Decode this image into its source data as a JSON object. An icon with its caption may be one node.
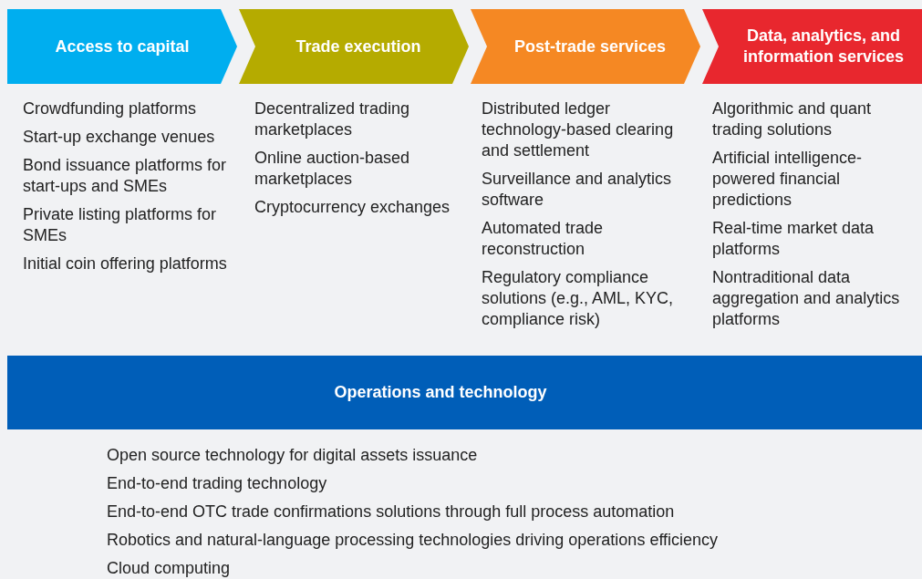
{
  "diagram": {
    "nodes": [
      {
        "text": [
          "Access to capital"
        ],
        "beside": [
          "Crowdfunding platforms",
          "Start-up exchange venues",
          "Bond issuance platforms for start-ups and SMEs",
          "Private listing platforms for SMEs",
          "Initial coin offering platforms"
        ]
      },
      {
        "text": [
          "Trade execution"
        ],
        "beside": [
          "Decentralized trading marketplaces",
          "Online auction-based marketplaces",
          "Cryptocurrency exchanges"
        ]
      },
      {
        "text": [
          "Post-trade services"
        ],
        "beside": [
          "Distributed ledger technology-based clearing and settlement",
          "Surveillance and analytics software",
          "Automated trade reconstruction",
          "Regulatory compliance solutions (e.g., AML, KYC, compliance risk)"
        ]
      },
      {
        "text": [
          "Data, analytics, and information services"
        ],
        "beside": [
          "Algorithmic and quant trading solutions",
          "Artificial intelligence-powered financial predictions",
          "Real-time market data platforms",
          "Nontraditional data aggregation and analytics platforms"
        ]
      },
      {
        "text": [
          "Operations and technology"
        ],
        "beside": [
          "Open source technology for digital assets issuance",
          "End-to-end trading technology",
          "End-to-end OTC trade confirmations solutions through full process automation",
          "Robotics and natural-language processing technologies driving operations efficiency",
          "Cloud computing"
        ]
      }
    ]
  }
}
